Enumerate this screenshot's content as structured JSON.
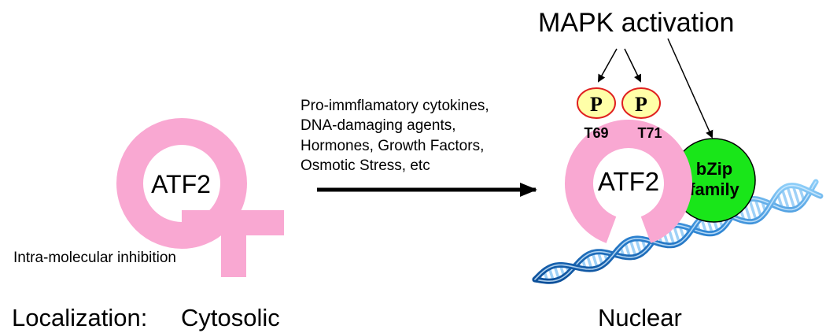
{
  "left_panel": {
    "protein_label": "ATF2",
    "inhibition_label": "Intra-molecular inhibition"
  },
  "stimuli": {
    "lines": [
      "Pro-immflamatory cytokines,",
      "DNA-damaging agents,",
      "Hormones, Growth Factors,",
      "Osmotic Stress, etc"
    ]
  },
  "right_panel": {
    "mapk_label": "MAPK activation",
    "protein_label": "ATF2",
    "phospho_symbol": "P",
    "sites": [
      "T69",
      "T71"
    ],
    "partner_label_line1": "bZip",
    "partner_label_line2": "family"
  },
  "localization": {
    "label": "Localization:",
    "left_value": "Cytosolic",
    "right_value": "Nuclear"
  },
  "colors": {
    "atf2_pink": "#f9a8d2",
    "phospho_fill": "#ffffa8",
    "phospho_stroke": "#e02020",
    "bzip_green": "#19e619",
    "dna_blue": "#2f86d4",
    "dna_light": "#9fd1f7"
  }
}
